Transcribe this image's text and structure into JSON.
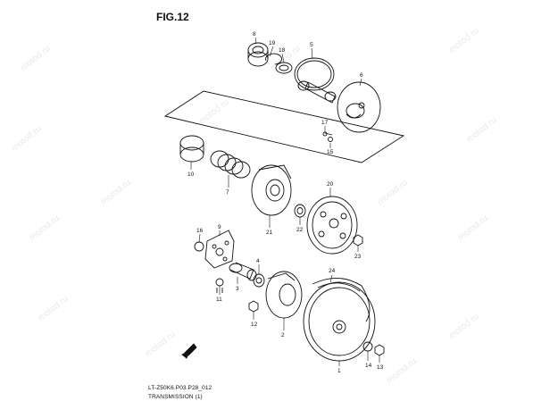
{
  "figure": {
    "title": "FIG.12",
    "code": "LT-Z50K6.P03.P28_012",
    "caption": "TRANSMISSION (1)"
  },
  "watermark": "motod.ru",
  "callouts": [
    "1",
    "2",
    "3",
    "4",
    "5",
    "6",
    "7",
    "8",
    "9",
    "10",
    "11",
    "12",
    "13",
    "14",
    "15",
    "16",
    "17",
    "18",
    "19",
    "20",
    "21",
    "22",
    "23",
    "24"
  ]
}
